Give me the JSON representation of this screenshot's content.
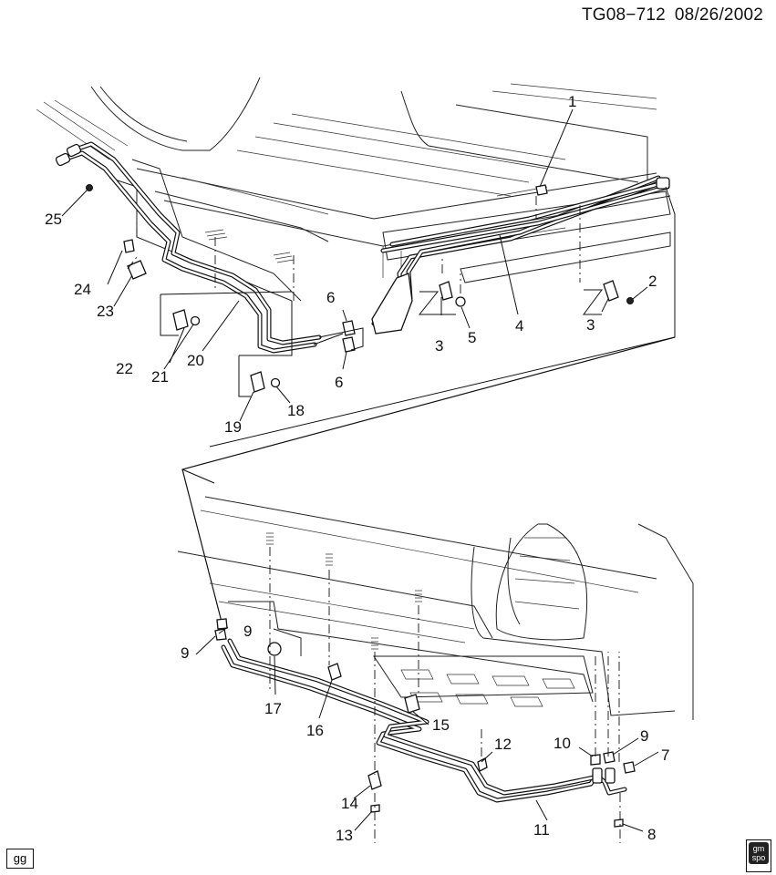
{
  "header": {
    "code": "TG08−712",
    "date": "08/26/2002"
  },
  "badges": {
    "left": "gg",
    "right_top": "gm",
    "right_bottom": "spo"
  },
  "callouts": [
    {
      "id": "c1",
      "label": "1"
    },
    {
      "id": "c2",
      "label": "2"
    },
    {
      "id": "c3a",
      "label": "3"
    },
    {
      "id": "c3b",
      "label": "3"
    },
    {
      "id": "c4",
      "label": "4"
    },
    {
      "id": "c5",
      "label": "5"
    },
    {
      "id": "c6a",
      "label": "6"
    },
    {
      "id": "c6b",
      "label": "6"
    },
    {
      "id": "c7",
      "label": "7"
    },
    {
      "id": "c8",
      "label": "8"
    },
    {
      "id": "c9a",
      "label": "9"
    },
    {
      "id": "c9b",
      "label": "9"
    },
    {
      "id": "c9c",
      "label": "9"
    },
    {
      "id": "c10",
      "label": "10"
    },
    {
      "id": "c11",
      "label": "11"
    },
    {
      "id": "c12",
      "label": "12"
    },
    {
      "id": "c13",
      "label": "13"
    },
    {
      "id": "c14",
      "label": "14"
    },
    {
      "id": "c15",
      "label": "15"
    },
    {
      "id": "c16",
      "label": "16"
    },
    {
      "id": "c17",
      "label": "17"
    },
    {
      "id": "c18",
      "label": "18"
    },
    {
      "id": "c19",
      "label": "19"
    },
    {
      "id": "c20",
      "label": "20"
    },
    {
      "id": "c21",
      "label": "21"
    },
    {
      "id": "c22",
      "label": "22"
    },
    {
      "id": "c23",
      "label": "23"
    },
    {
      "id": "c24",
      "label": "24"
    },
    {
      "id": "c25",
      "label": "25"
    }
  ]
}
